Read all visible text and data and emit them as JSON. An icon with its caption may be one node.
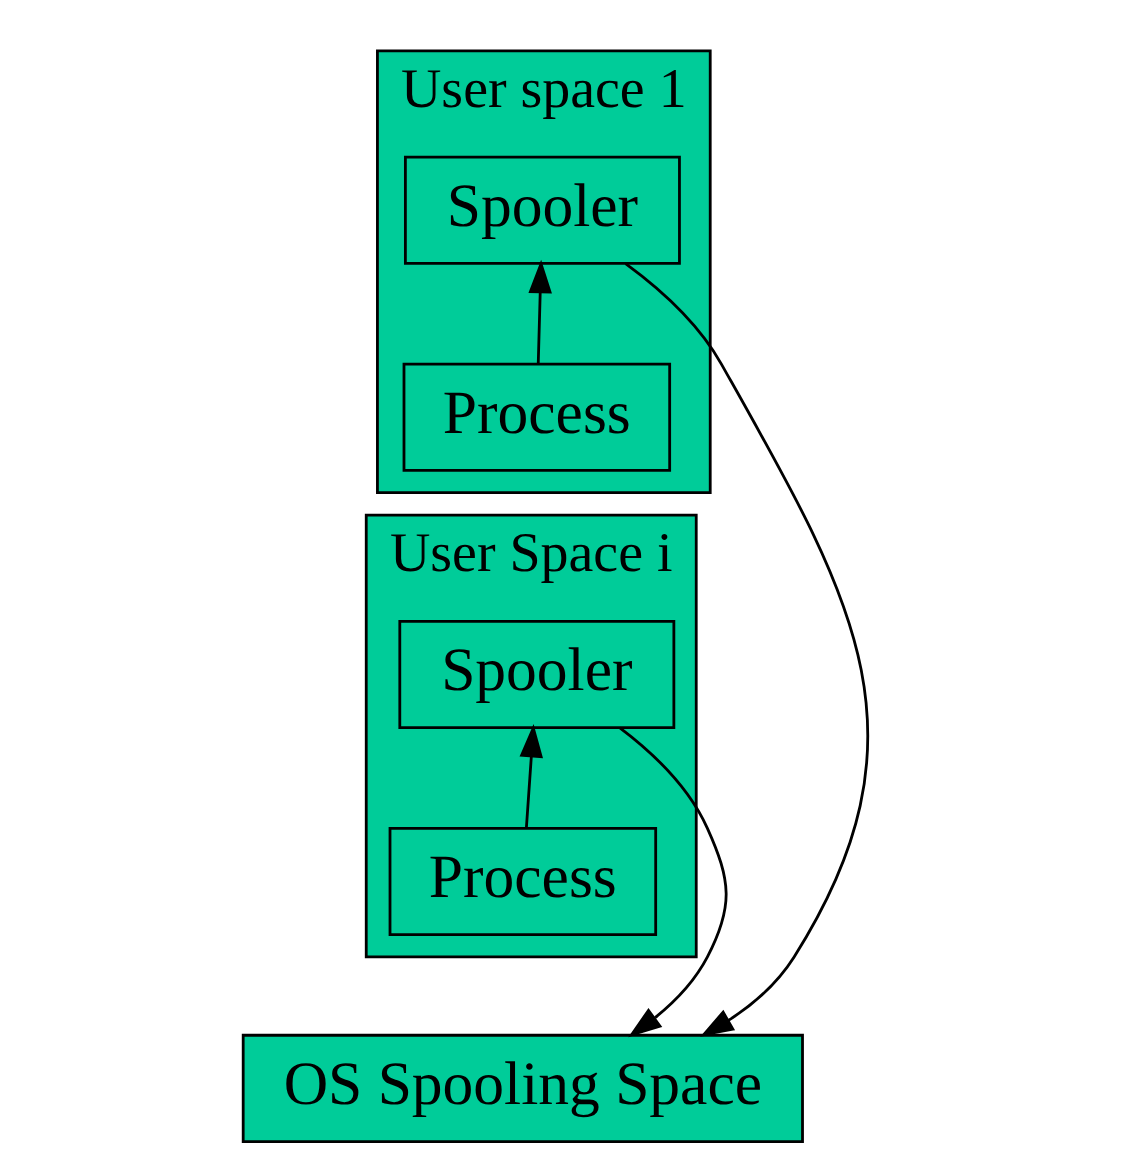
{
  "diagram": {
    "nodes": [
      {
        "text": [],
        "shape": "box",
        "beside": [
          "User space 1"
        ]
      },
      {
        "text": [
          "Spooler"
        ],
        "in": 0
      },
      {
        "text": [
          "Process"
        ],
        "in": 0
      },
      {
        "text": [],
        "shape": "box",
        "beside": [
          "User Space i"
        ]
      },
      {
        "text": [
          "Spooler"
        ],
        "in": 3
      },
      {
        "text": [
          "Process"
        ],
        "in": 3
      },
      {
        "text": [
          "OS Spooling Space"
        ]
      }
    ],
    "edges": [
      {
        "from": 2,
        "to": 1,
        "arrow": "to"
      },
      {
        "from": 5,
        "to": 4,
        "arrow": "to"
      },
      {
        "from": 1,
        "to": 6,
        "arrow": "to"
      },
      {
        "from": 4,
        "to": 6,
        "arrow": "to"
      }
    ]
  }
}
